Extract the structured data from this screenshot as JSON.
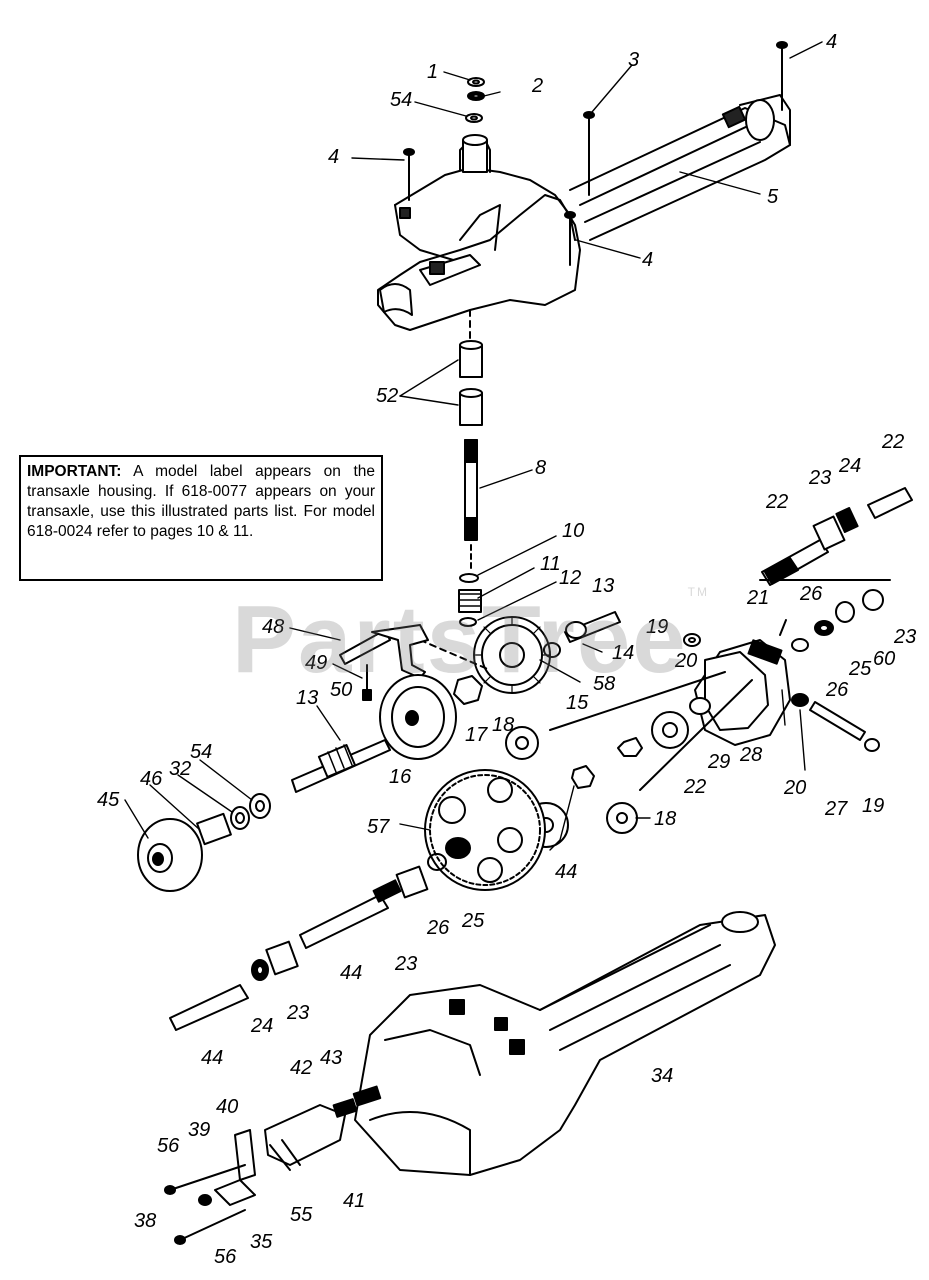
{
  "important_note": {
    "heading": "IMPORTANT:",
    "text": " A model label appears on the transaxle housing. If 618-0077 appears on your transaxle, use this illustrated parts list. For model 618-0024 refer to pages 10 & 11."
  },
  "watermark": {
    "text": "PartsTree",
    "tm": "TM"
  },
  "callouts": {
    "c1": "1",
    "c2": "2",
    "c54a": "54",
    "c3": "3",
    "c4a": "4",
    "c4b": "4",
    "c5": "5",
    "c4c": "4",
    "c52": "52",
    "c8": "8",
    "c22a": "22",
    "c23a": "23",
    "c24a": "24",
    "c22b": "22",
    "c10": "10",
    "c11": "11",
    "c12": "12",
    "c13a": "13",
    "c19a": "19",
    "c21": "21",
    "c26a": "26",
    "c23b": "23",
    "c48": "48",
    "c14": "14",
    "c20a": "20",
    "c25a": "25",
    "c60": "60",
    "c49": "49",
    "c50": "50",
    "c58": "58",
    "c26b": "26",
    "c15": "15",
    "c13b": "13",
    "c17": "17",
    "c18a": "18",
    "c28": "28",
    "c29": "29",
    "c54b": "54",
    "c32": "32",
    "c16": "16",
    "c22c": "22",
    "c20b": "20",
    "c27": "27",
    "c19b": "19",
    "c46": "46",
    "c45": "45",
    "c57": "57",
    "c18b": "18",
    "c44a": "44",
    "c25b": "25",
    "c26c": "26",
    "c23c": "23",
    "c44b": "44",
    "c24b": "24",
    "c23d": "23",
    "c44c": "44",
    "c34": "34",
    "c42": "42",
    "c43": "43",
    "c40": "40",
    "c39": "39",
    "c56a": "56",
    "c55": "55",
    "c41": "41",
    "c38": "38",
    "c35": "35",
    "c56b": "56"
  }
}
